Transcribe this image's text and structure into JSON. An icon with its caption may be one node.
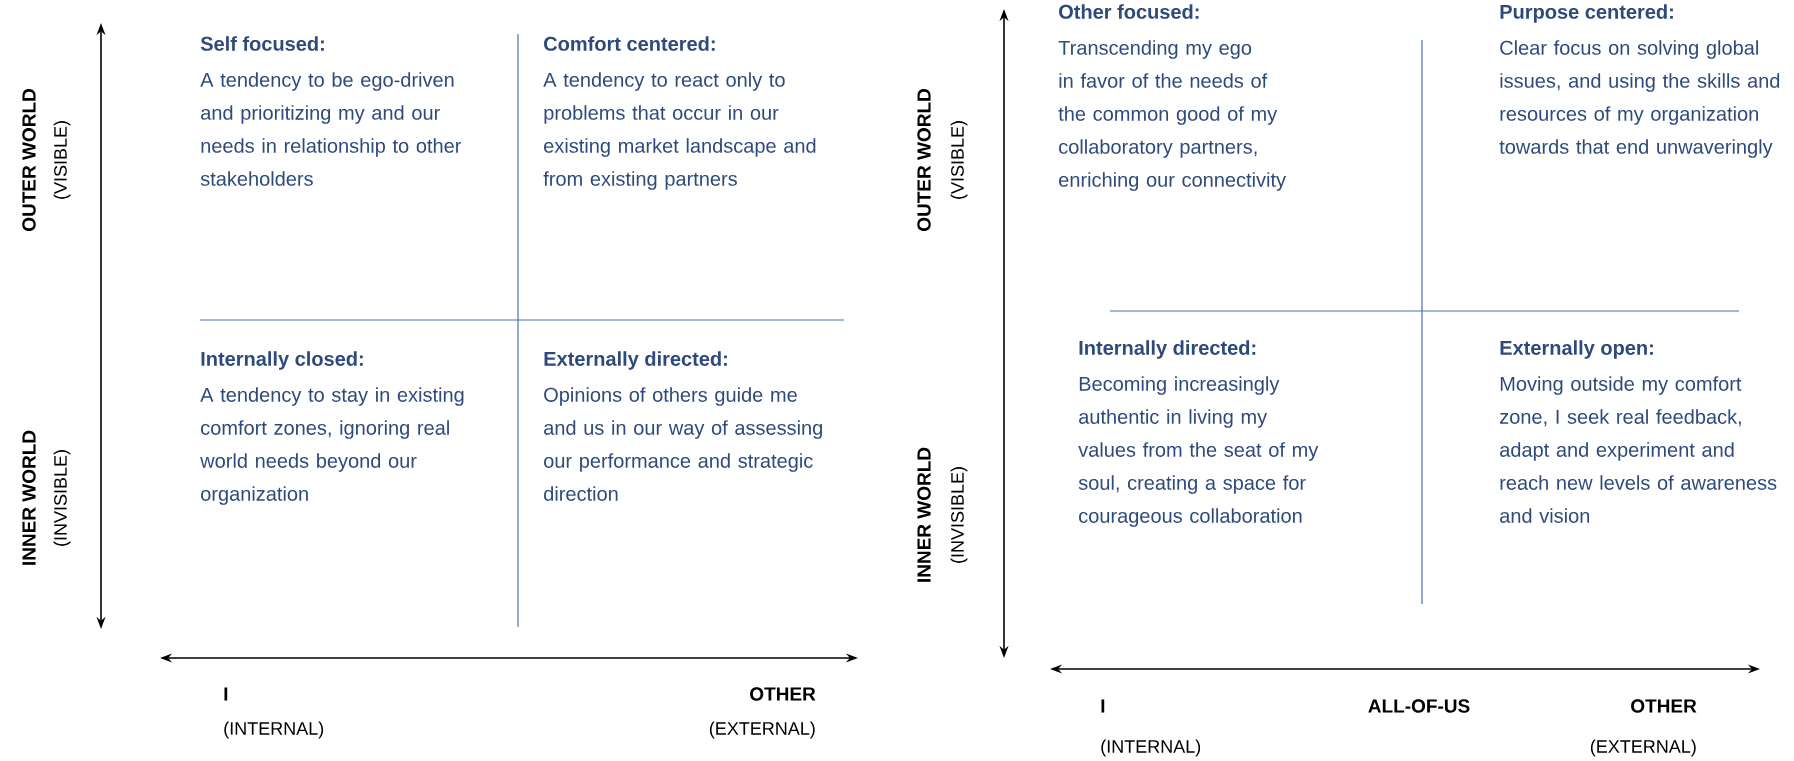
{
  "diagram": {
    "labels": [
      "OUTER WORLD",
      "(VISIBLE)",
      "INNER WORLD",
      "(INVISIBLE)",
      "Self focused:",
      "A tendency to be ego-driven and prioritizing my and our needs in relationship to other stakeholders",
      "Comfort centered:",
      "A tendency to react only to problems that occur in our existing market landscape and from existing partners",
      "Internally closed:",
      "A tendency to stay in existing comfort zones, ignoring real world needs beyond our organization",
      "Externally directed:",
      "Opinions of others guide me and us in our way of assessing our performance and strategic direction",
      "I",
      "OTHER",
      "(INTERNAL)",
      "(EXTERNAL)",
      "OUTER WORLD",
      "(VISIBLE)",
      "INNER WORLD",
      "(INVISIBLE)",
      "Other focused:",
      "Transcending my ego in favor of the needs of the common good of my collaboratory partners, enriching our connectivity",
      "Purpose centered:",
      "Clear focus on solving global issues, and using the skills and resources of my organization towards that end unwaveringly",
      "Internally directed:",
      "Becoming increasingly authentic in living my values from the seat of my soul, creating a space for courageous collaboration",
      "Externally open:",
      "Moving outside my comfort zone, I seek real feedback, adapt and experiment and reach new levels of awareness and vision",
      "I",
      "ALL-OF-US",
      "OTHER",
      "(INTERNAL)",
      "(EXTERNAL)"
    ]
  }
}
